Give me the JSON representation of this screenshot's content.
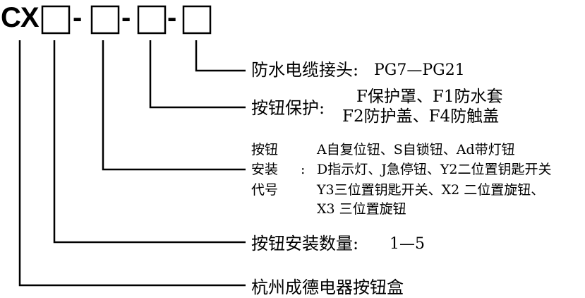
{
  "code": {
    "prefix": "CX",
    "separator": "-"
  },
  "fields": {
    "connector": {
      "label": "防水电缆接头:",
      "value": "PG7—PG21"
    },
    "protection": {
      "label": "按钮保护:",
      "line1": "F保护罩、F1防水套",
      "line2": "F2防护盖、F4防触盖"
    },
    "type_code": {
      "label_line1": "按钮",
      "label_line2": "安装",
      "label_line3": "代号",
      "colon": ":",
      "line1": "A自复位钮、S自锁钮、Ad带灯钮",
      "line2": "D指示灯、J急停钮、Y2二位置钥匙开关",
      "line3": "Y3三位置钥匙开关、X2 二位置旋钮、",
      "line4": "X3 三位置旋钮"
    },
    "quantity": {
      "label": "按钮安装数量:",
      "value": "1—5"
    },
    "maker": {
      "label": "杭州成德电器按钮盒"
    }
  },
  "colors": {
    "ink": "#000000",
    "background": "#ffffff"
  }
}
